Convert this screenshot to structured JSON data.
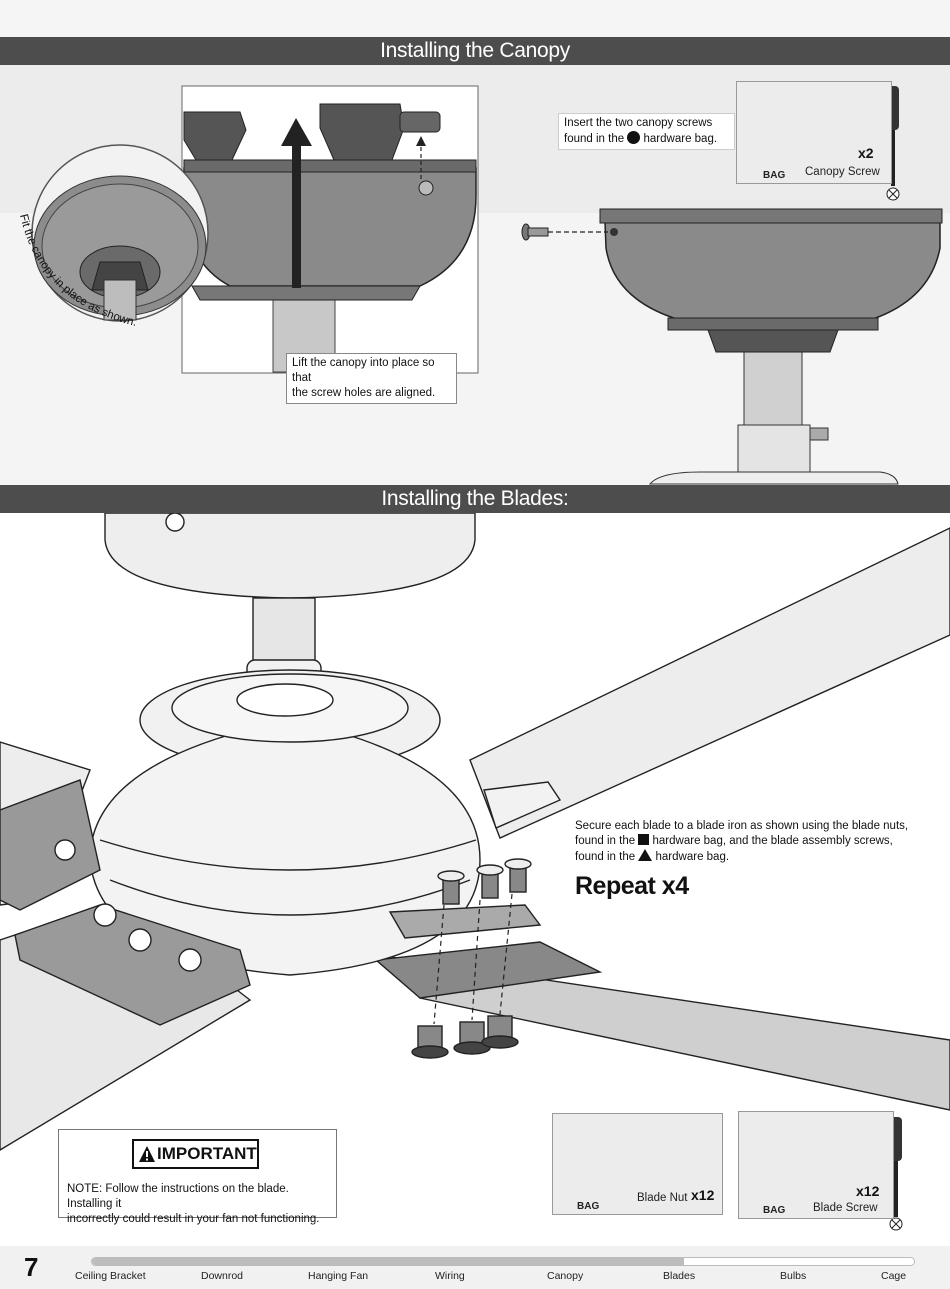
{
  "sections": {
    "canopy_title": "Installing the Canopy",
    "blades_title": "Installing the Blades:"
  },
  "canopy": {
    "fit_caption": "Fit the canopy in place as shown.",
    "lift_caption_line1": "Lift the canopy into place so that",
    "lift_caption_line2": "the screw holes are aligned.",
    "insert_caption_line1": "Insert the two canopy screws",
    "insert_caption_line2_pre": "found in the",
    "insert_caption_line2_post": "hardware bag.",
    "hardware": {
      "bag_label": "BAG",
      "item_label": "Canopy Screw",
      "count": "x2",
      "bag_symbol": "circle-icon"
    }
  },
  "blades": {
    "secure_line1": "Secure each blade to a blade iron as shown using the blade nuts,",
    "secure_line2_pre": "found in the",
    "secure_line2_post": "hardware bag, and the blade assembly screws,",
    "secure_line3_pre": "found in the",
    "secure_line3_post": "hardware bag.",
    "repeat": "Repeat x4",
    "nut_hardware": {
      "bag_label": "BAG",
      "item_label": "Blade Nut",
      "count": "x12",
      "bag_symbol": "square-icon"
    },
    "screw_hardware": {
      "bag_label": "BAG",
      "item_label": "Blade Screw",
      "count": "x12",
      "bag_symbol": "triangle-icon"
    }
  },
  "important": {
    "badge": "IMPORTANT",
    "note_line1": "NOTE: Follow the instructions on the blade. Installing it",
    "note_line2": "incorrectly could result in your fan not functioning."
  },
  "footer": {
    "page_number": "7",
    "progress_fraction": 0.72,
    "steps": [
      "Ceiling Bracket",
      "Downrod",
      "Hanging Fan",
      "Wiring",
      "Canopy",
      "Blades",
      "Bulbs",
      "Cage"
    ]
  },
  "colors": {
    "band": "#4d4d4d",
    "panel": "#ececec",
    "metal": "#8a8a8a"
  }
}
